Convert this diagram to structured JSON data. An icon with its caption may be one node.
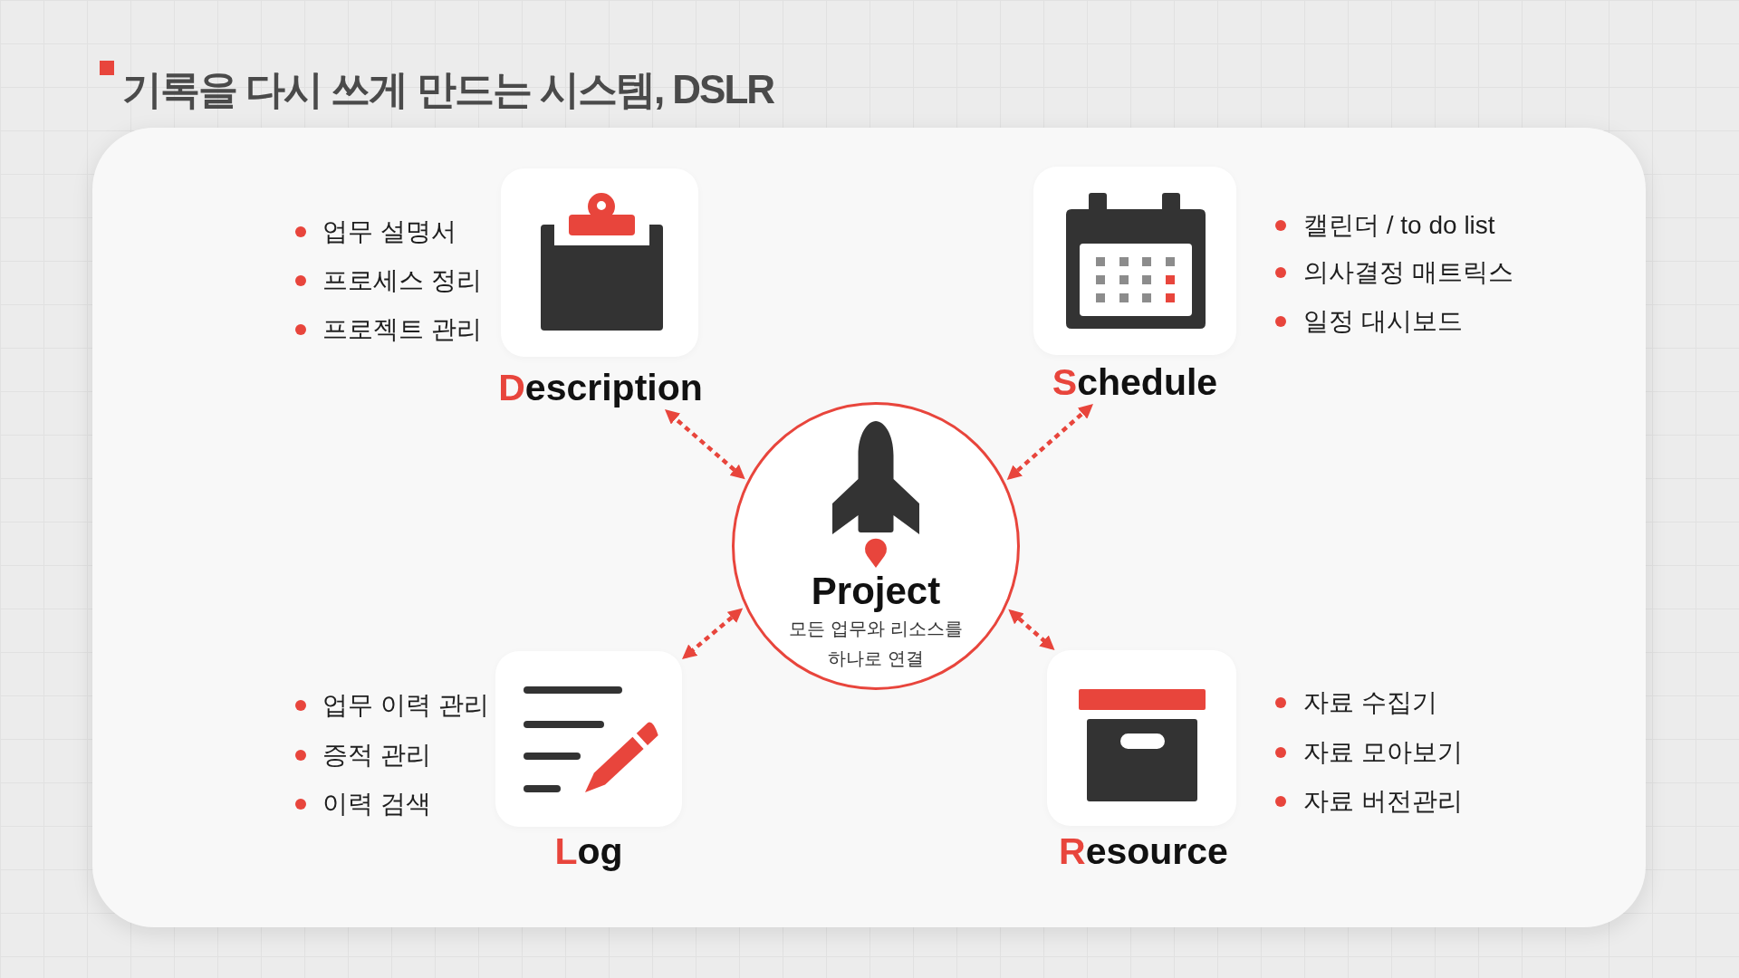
{
  "diagram": {
    "title": "기록을 다시 쓰게 만드는 시스템, DSLR",
    "nodes": [
      {
        "text": [
          "Description"
        ],
        "beside": [
          "업무 설명서",
          "프로세스 정리",
          "프로젝트 관리"
        ]
      },
      {
        "text": [
          "Schedule"
        ],
        "beside": [
          "캘린더 / to do list",
          "의사결정 매트릭스",
          "일정 대시보드"
        ]
      },
      {
        "text": [
          "Project",
          "모든 업무와 리소스를 하나로 연결"
        ]
      },
      {
        "text": [
          "Log"
        ],
        "beside": [
          "업무 이력 관리",
          "증적 관리",
          "이력 검색"
        ]
      },
      {
        "text": [
          "Resource"
        ],
        "beside": [
          "자료 수집기",
          "자료 모아보기",
          "자료 버전관리"
        ]
      }
    ],
    "edges": [
      {
        "from": 2,
        "to": 0,
        "arrow": "both"
      },
      {
        "from": 2,
        "to": 1,
        "arrow": "both"
      },
      {
        "from": 2,
        "to": 3,
        "arrow": "both"
      },
      {
        "from": 2,
        "to": 4,
        "arrow": "both"
      }
    ]
  }
}
